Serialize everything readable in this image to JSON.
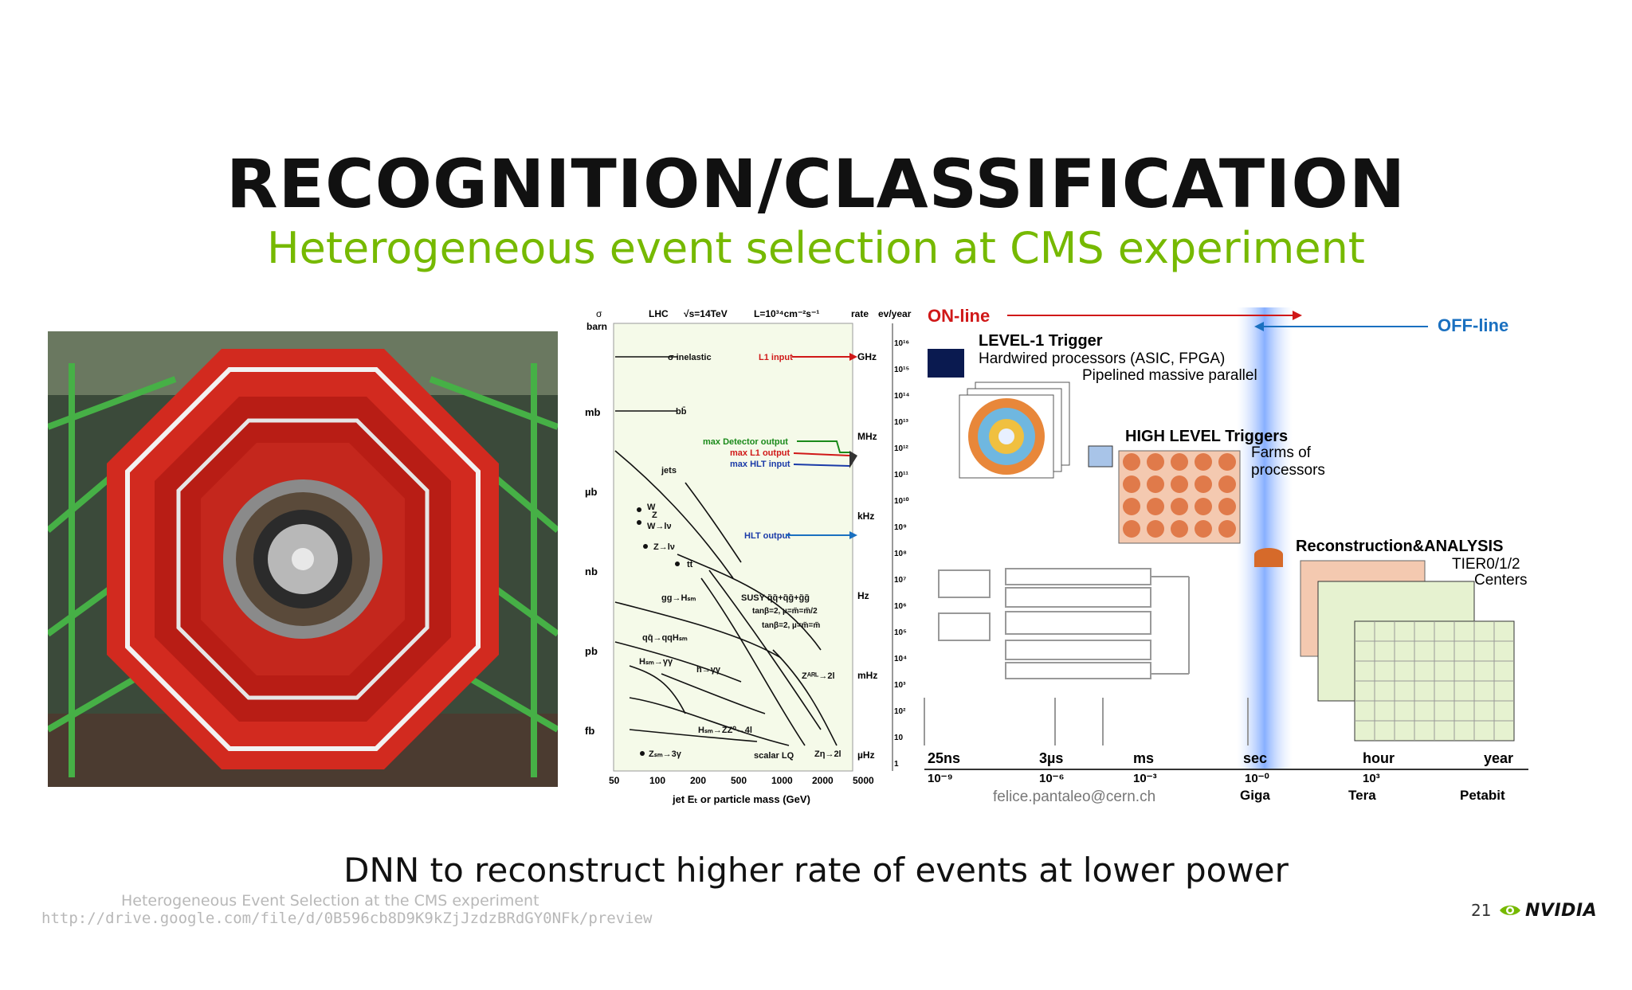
{
  "slide": {
    "title": "RECOGNITION/CLASSIFICATION",
    "subtitle": "Heterogeneous event selection at CMS experiment",
    "caption": "DNN to reconstruct higher rate of events at lower power",
    "source_title": "Heterogeneous Event Selection at the CMS experiment",
    "source_url": "http://drive.google.com/file/d/0B596cb8D9K9kZjJzdzBRdGY0NFk/preview",
    "page_number": "21",
    "logo_text": "NVIDIA",
    "colors": {
      "title": "#111111",
      "subtitle": "#76b900",
      "accent": "#76b900"
    }
  },
  "plot": {
    "header": {
      "sigma": "σ",
      "barn": "barn",
      "lhc": "LHC",
      "energy": "√s=14TeV",
      "lumi": "L=10³⁴cm⁻²s⁻¹",
      "rate": "rate",
      "evyear": "ev/year"
    },
    "xlabel": "jet Eₜ or particle mass (GeV)",
    "x_ticks": [
      "50",
      "100",
      "200",
      "500",
      "1000",
      "2000",
      "5000"
    ],
    "left_ticks": [
      "mb",
      "µb",
      "nb",
      "pb",
      "fb"
    ],
    "rate_ticks": [
      "GHz",
      "MHz",
      "kHz",
      "Hz",
      "mHz",
      "µHz"
    ],
    "right_ticks": [
      "10¹⁶",
      "10¹⁵",
      "10¹⁴",
      "10¹³",
      "10¹²",
      "10¹¹",
      "10¹⁰",
      "10⁹",
      "10⁸",
      "10⁷",
      "10⁶",
      "10⁵",
      "10⁴",
      "10³",
      "10²",
      "10",
      "1"
    ],
    "labels": {
      "inelastic": "σ inelastic",
      "bb": "bb̄",
      "jets": "jets",
      "wz": "W",
      "wz2": "Z",
      "wlv": "W→lν",
      "zlv": "Z→lν",
      "tt": "tt̄",
      "gghsm": "gg→Hₛₘ",
      "qqh": "qq̄→qqHₛₘ",
      "hsmgg": "Hₛₘ→γγ",
      "hgg": "h→γγ",
      "susy": "SUSY q̃q̃+q̃g̃+g̃g̃",
      "tanb1": "tanβ=2, µ=m̃=m̃/2",
      "tanb2": "tanβ=2, µ=m̃=m̃",
      "zarl": "Zᴬᴿᴸ→2l",
      "hzz": "Hₛₘ→ZZ⁰→4l",
      "scalar": "scalar LQ",
      "zeta": "Zη→2l",
      "zsm": "Zₛₘ→3γ",
      "l1input": "L1 input",
      "maxdet": "max Detector output",
      "maxl1": "max L1 output",
      "maxhlt": "max HLT input",
      "hltout": "HLT output"
    }
  },
  "trigger": {
    "online": "ON-line",
    "offline": "OFF-line",
    "level1_title": "LEVEL-1 Trigger",
    "level1_line1": "Hardwired processors  (ASIC, FPGA)",
    "level1_line2": "Pipelined massive parallel",
    "hlt_title": "HIGH LEVEL Triggers",
    "hlt_line1": "Farms of",
    "hlt_line2": "processors",
    "reco_title": "Reconstruction&ANALYSIS",
    "reco_line1": "TIER0/1/2",
    "reco_line2": "Centers",
    "time_labels": [
      "25ns",
      "3µs",
      "ms",
      "sec",
      "hour",
      "year"
    ],
    "exp_labels": [
      "10⁻⁹",
      "10⁻⁶",
      "10⁻³",
      "10⁻⁰",
      "10³"
    ],
    "unit_labels": [
      "Giga",
      "Tera",
      "Petabit"
    ],
    "email": "felice.pantaleo@cern.ch"
  }
}
